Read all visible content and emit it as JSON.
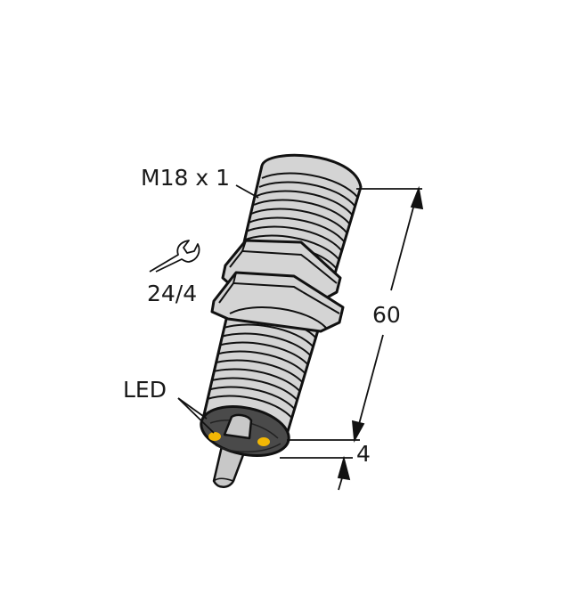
{
  "diagram": {
    "subject": "M18 cylindrical inductive proximity sensor with cable, dimension drawing",
    "colors": {
      "background": "#ffffff",
      "housing_fill": "#d4d4d4",
      "outline": "#111111",
      "end_face": "#4a4a4a",
      "led": "#f2b705",
      "cable": "#c8c8c8"
    },
    "labels": {
      "thread": "M18 x 1",
      "wrench_size": "24/4",
      "led": "LED",
      "length_dim": "60",
      "face_dim": "4"
    },
    "icons": {
      "wrench": "wrench-icon"
    }
  }
}
